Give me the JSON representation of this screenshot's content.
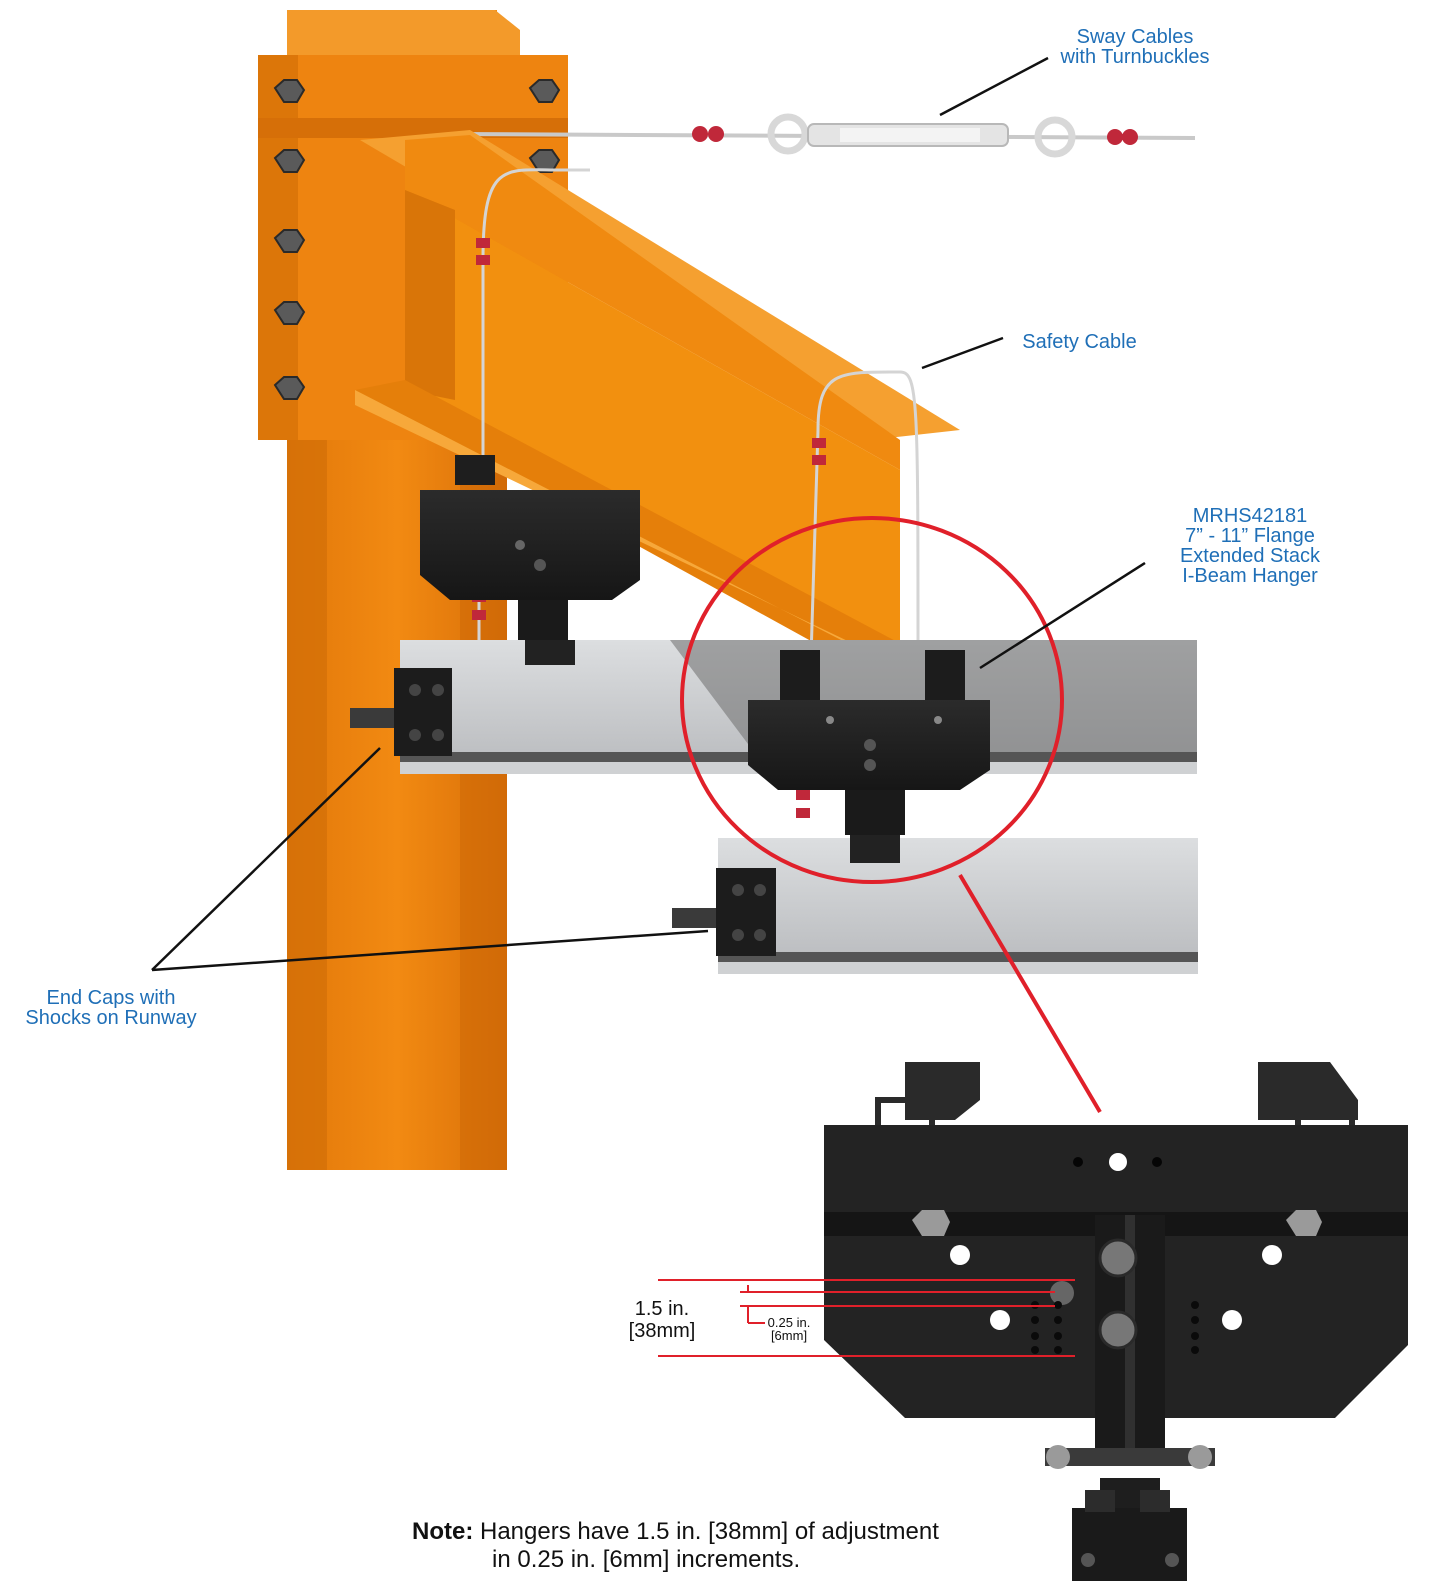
{
  "callouts": {
    "sway": [
      "Sway Cables",
      "with Turnbuckles"
    ],
    "safety": [
      "Safety Cable"
    ],
    "hanger": [
      "MRHS42181",
      "7” - 11” Flange",
      "Extended Stack",
      "I-Beam Hanger"
    ],
    "endcaps": [
      "End Caps with",
      "Shocks on Runway"
    ]
  },
  "dimensions": {
    "range": [
      "1.5 in.",
      "[38mm]"
    ],
    "increment": [
      "0.25 in.",
      "[6mm]"
    ]
  },
  "note": {
    "label": "Note:",
    "line1": "Hangers have 1.5 in. [38mm] of adjustment",
    "line2": "in 0.25 in. [6mm] increments."
  },
  "colors": {
    "callout_text": "#1f6fb7",
    "steel_orange": "#f0870f",
    "hanger_black": "#1e1e1e",
    "track_grey": "#c4c6c9",
    "dimension_red": "#e0202a"
  }
}
